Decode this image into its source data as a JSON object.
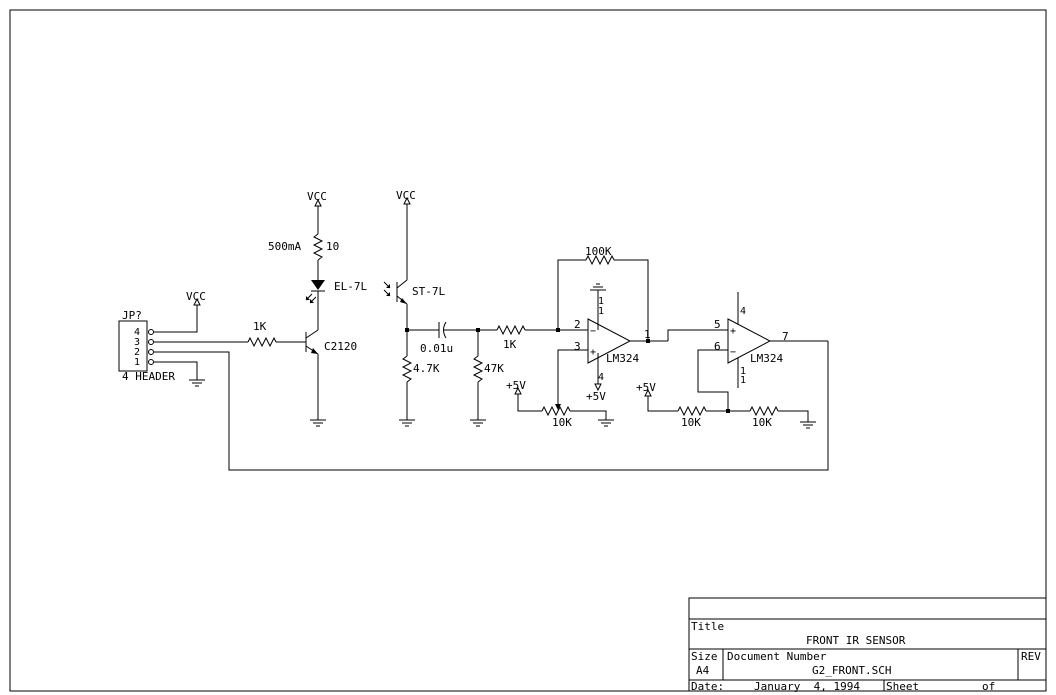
{
  "schematic": {
    "header": {
      "ref": "JP?",
      "name": "4 HEADER",
      "pins": [
        "4",
        "3",
        "2",
        "1"
      ]
    },
    "power": {
      "vcc": "VCC",
      "plus5v": "+5V"
    },
    "resistors": {
      "r_base": "1K",
      "r_led": "10",
      "r_led_current": "500mA",
      "r_load": "4.7K",
      "r_bias": "47K",
      "r_in": "1K",
      "r_fb": "100K",
      "pot1": "10K",
      "r_div1": "10K",
      "r_div2": "10K"
    },
    "led": "EL-7L",
    "phototransistor": "ST-7L",
    "transistor": "C2120",
    "capacitor": "0.01u",
    "opamp1": {
      "name": "LM324",
      "pin_inv": "2",
      "pin_noninv": "3",
      "pin_out": "1",
      "pin_vcc": "1",
      "pin_vcc2": "1",
      "pin_gnd": "4"
    },
    "opamp2": {
      "name": "LM324",
      "pin_noninv": "5",
      "pin_inv": "6",
      "pin_out": "7",
      "pin_vcc": "4",
      "pin_gnd": "1",
      "pin_gnd2": "1"
    }
  },
  "title_block": {
    "title_label": "Title",
    "title": "FRONT IR SENSOR",
    "size_label": "Size",
    "size": "A4",
    "doc_label": "Document Number",
    "doc_number": "G2_FRONT.SCH",
    "rev_label": "REV",
    "date_label": "Date:",
    "date": "January  4, 1994",
    "sheet_label": "Sheet",
    "of_label": "of"
  }
}
